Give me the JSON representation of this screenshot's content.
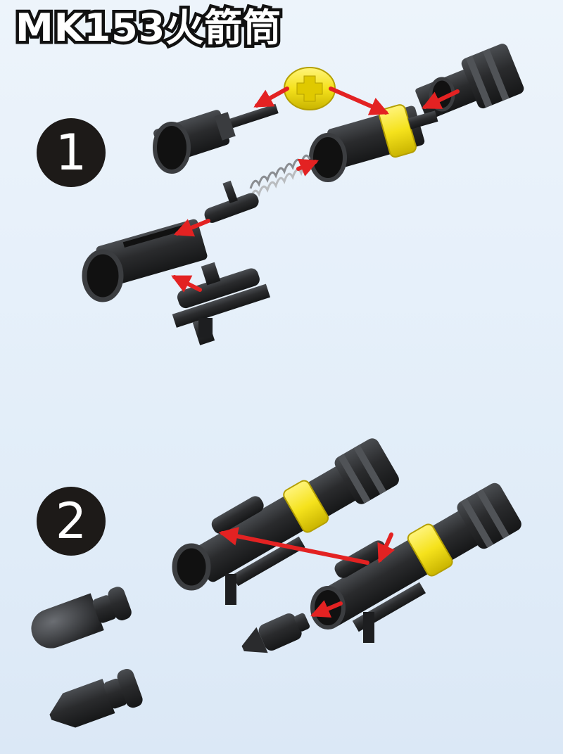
{
  "title": "MK153火箭筒",
  "steps": [
    {
      "number": "1"
    },
    {
      "number": "2"
    }
  ],
  "colors": {
    "background": "#e5eff9",
    "part_black": "#2a2b2d",
    "part_highlight": "#55585c",
    "yellow_ring": "#f5e21c",
    "arrow_red": "#e32222",
    "step_badge": "#1d1a18"
  },
  "parts": [
    "end-cap-tube",
    "yellow-cross-ring",
    "rear-nut-cap",
    "tube-with-yellow-ring",
    "spring",
    "trigger-pin",
    "slotted-barrel",
    "scope-mount",
    "warhead-round",
    "warhead-cone"
  ]
}
